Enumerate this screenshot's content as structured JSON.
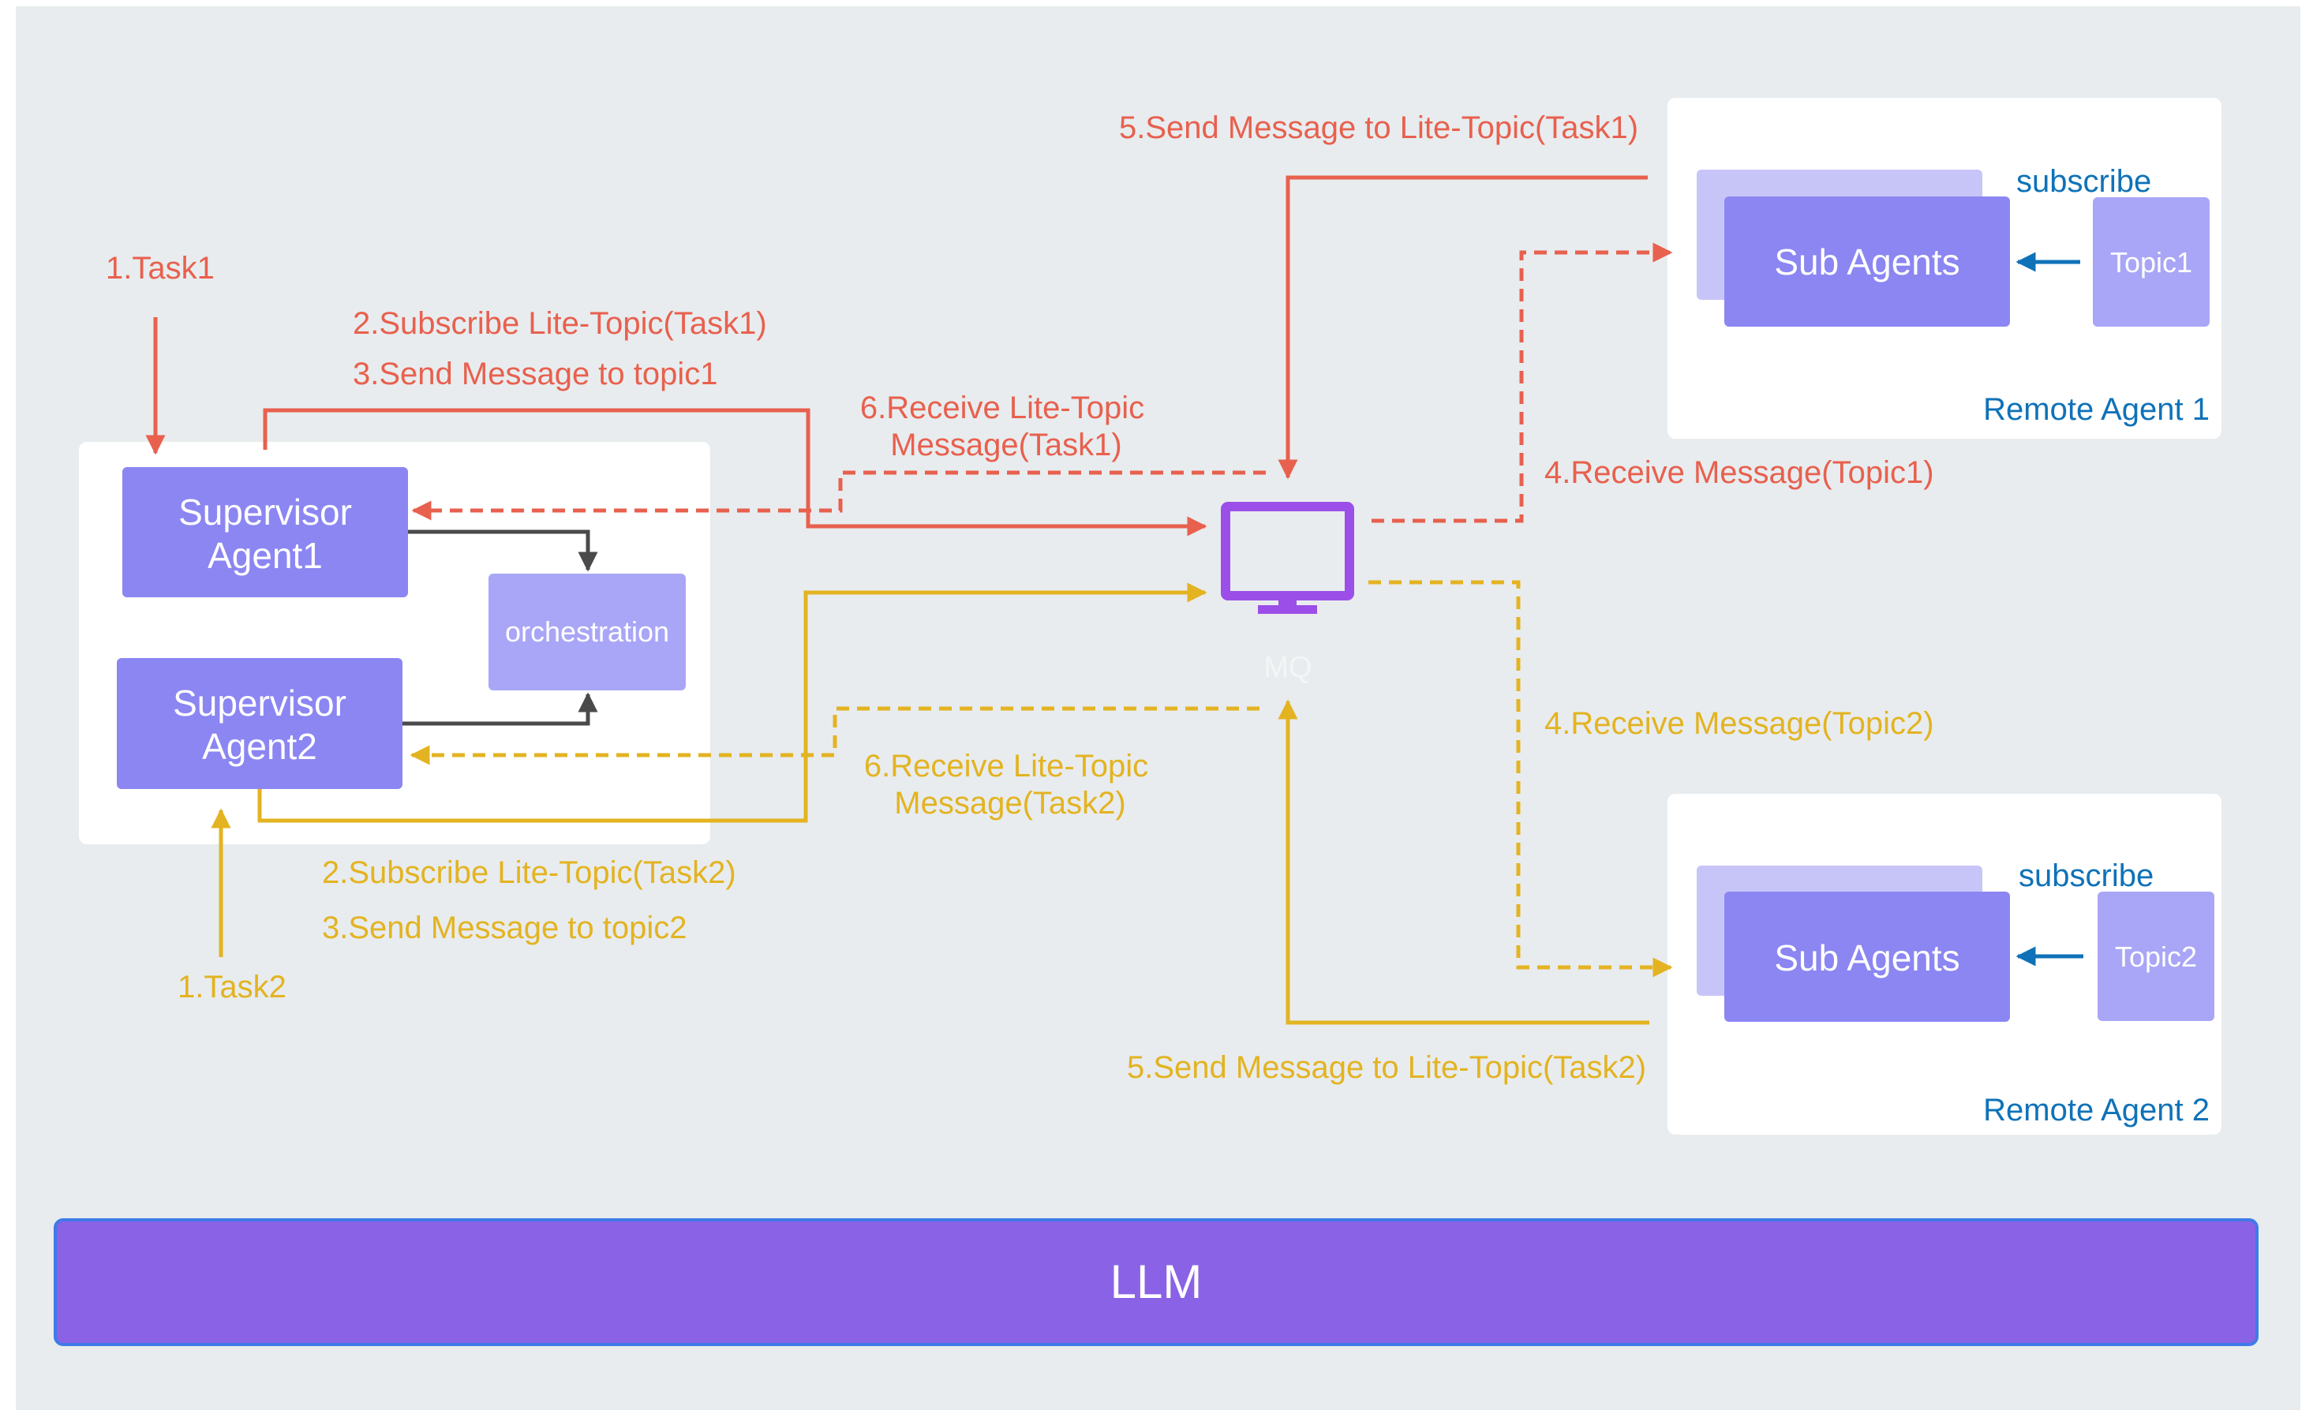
{
  "colors": {
    "background": "#E8ECEE",
    "panel": "#FFFFFF",
    "agent_box": "#8B86F2",
    "agent_box_light": "#A9A6F7",
    "agent_box_shadow": "#C7C5F8",
    "red": "#E8604E",
    "yellow": "#E3B321",
    "blue": "#0F72B8",
    "mq_icon": "#9B4FE8",
    "llm_bar": "#8A62E6",
    "llm_border": "#3F7BE8",
    "dark_arrow": "#4A4A4A"
  },
  "supervisor": {
    "agent1_line1": "Supervisor",
    "agent1_line2": "Agent1",
    "agent2_line1": "Supervisor",
    "agent2_line2": "Agent2",
    "orchestration": "orchestration"
  },
  "mq": {
    "icon": "monitor-icon",
    "label": "MQ"
  },
  "remote1": {
    "title": "Remote Agent 1",
    "sub_agents": "Sub Agents",
    "topic": "Topic1",
    "subscribe": "subscribe"
  },
  "remote2": {
    "title": "Remote Agent 2",
    "sub_agents": "Sub Agents",
    "topic": "Topic2",
    "subscribe": "subscribe"
  },
  "flow_task1": {
    "step1": "1.Task1",
    "step2": "2.Subscribe Lite-Topic(Task1)",
    "step3": "3.Send Message to topic1",
    "step4": "4.Receive Message(Topic1)",
    "step5": "5.Send Message to Lite-Topic(Task1)",
    "step6_line1": "6.Receive Lite-Topic",
    "step6_line2": "Message(Task1)"
  },
  "flow_task2": {
    "step1": "1.Task2",
    "step2": "2.Subscribe Lite-Topic(Task2)",
    "step3": "3.Send Message to topic2",
    "step4": "4.Receive Message(Topic2)",
    "step5": "5.Send Message to Lite-Topic(Task2)",
    "step6_line1": "6.Receive Lite-Topic",
    "step6_line2": "Message(Task2)"
  },
  "llm": {
    "label": "LLM"
  }
}
